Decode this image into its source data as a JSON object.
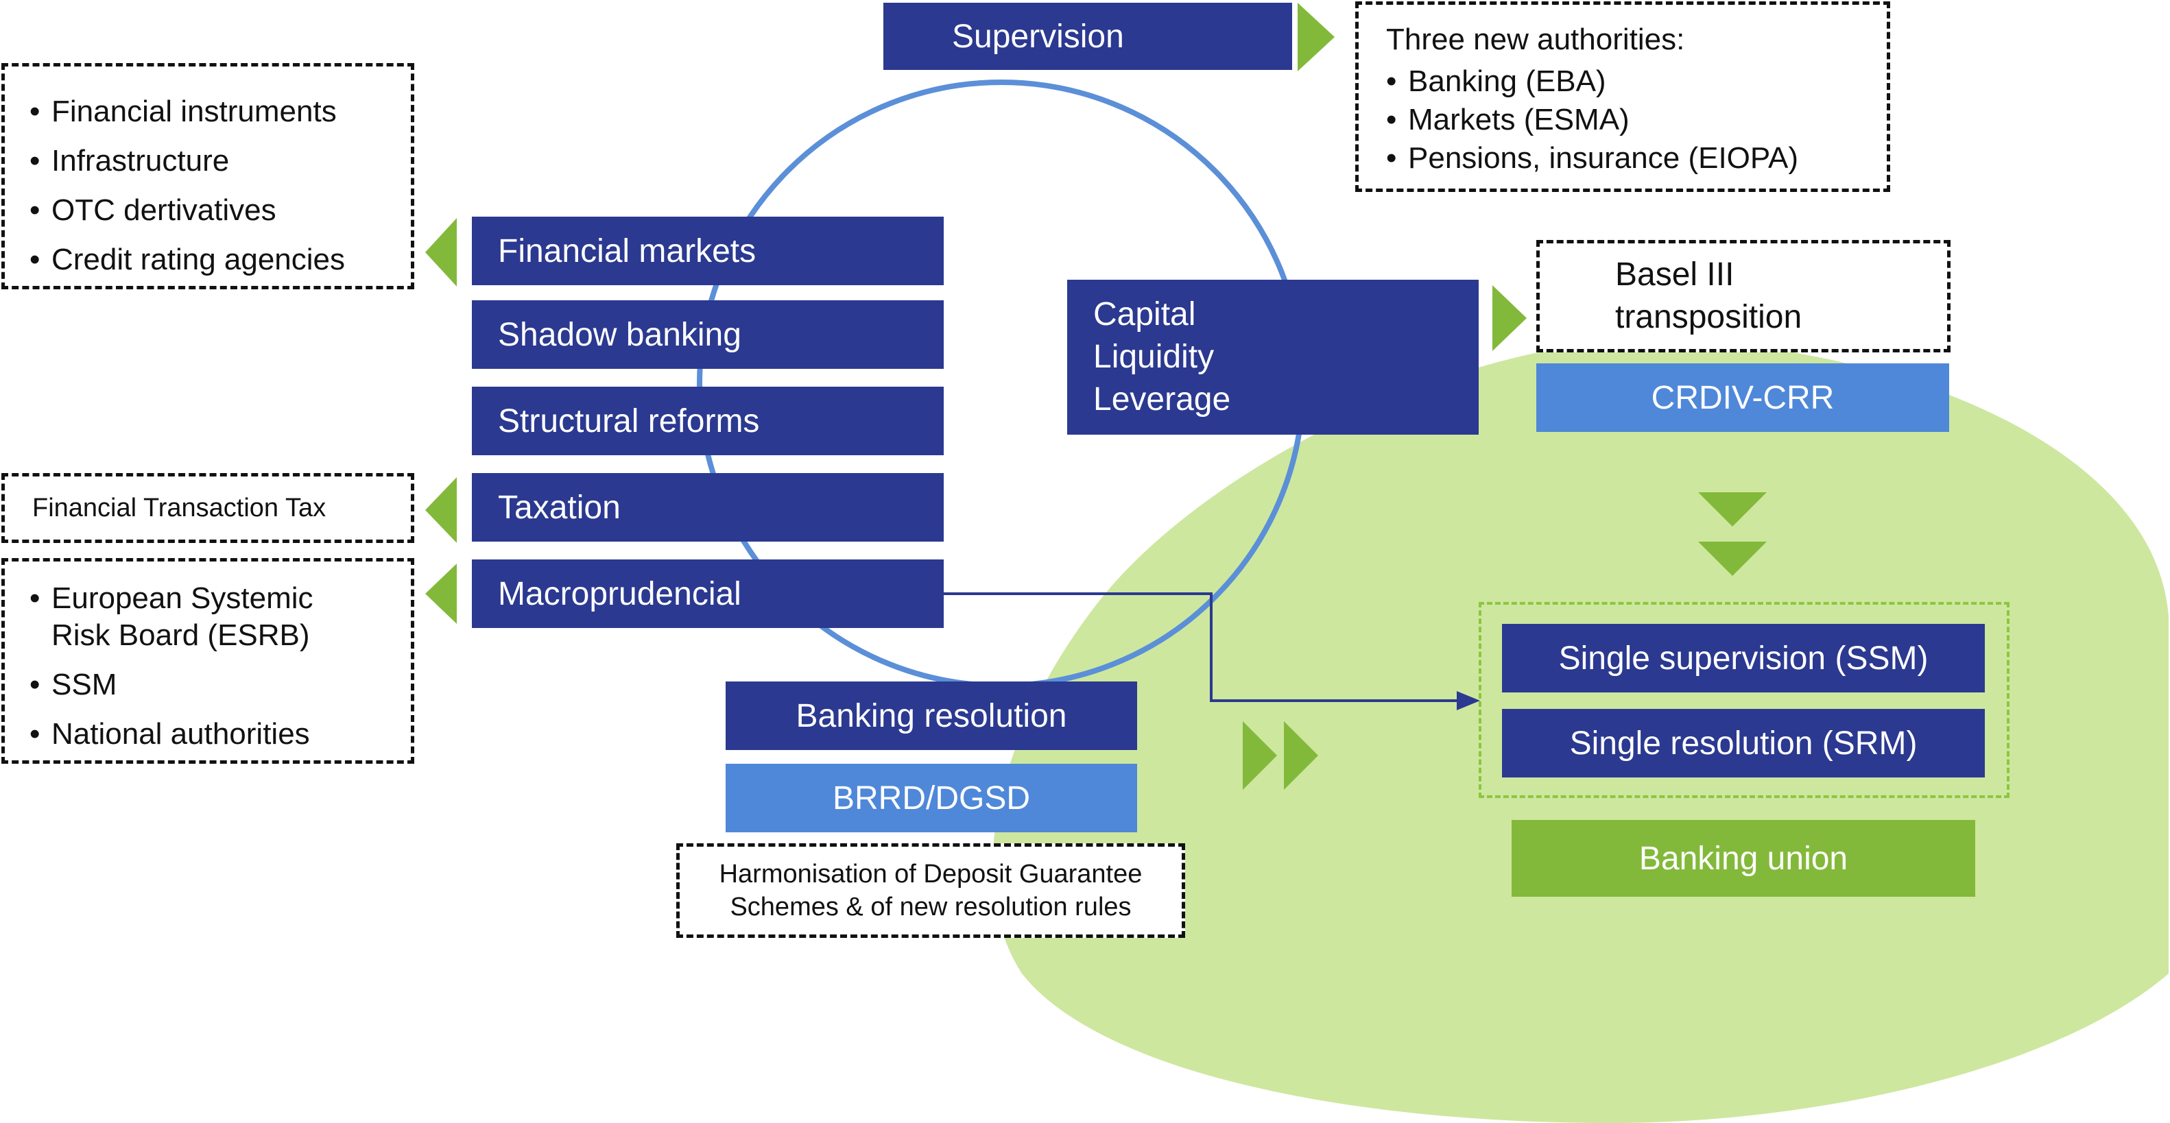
{
  "colors": {
    "navy": "#2b3990",
    "light_blue": "#4f88d9",
    "green": "#83b93a",
    "light_green": "#cde79f",
    "circle": "#5b8fd8"
  },
  "supervision": {
    "label": "Supervision",
    "authorities": {
      "heading": "Three new authorities:",
      "items": [
        "Banking (EBA)",
        "Markets (ESMA)",
        "Pensions, insurance (EIOPA)"
      ]
    }
  },
  "financial_markets": {
    "label": "Financial markets",
    "items": [
      "Financial instruments",
      "Infrastructure",
      "OTC dertivatives",
      "Credit rating agencies"
    ]
  },
  "shadow_banking": {
    "label": "Shadow banking"
  },
  "structural_reforms": {
    "label": "Structural reforms"
  },
  "taxation": {
    "label": "Taxation",
    "note": "Financial Transaction Tax"
  },
  "macroprudencial": {
    "label": "Macroprudencial",
    "items": [
      "European Systemic Risk Board (ESRB)",
      "SSM",
      "National authorities"
    ]
  },
  "capital": {
    "lines": [
      "Capital",
      "Liquidity",
      "Leverage"
    ],
    "basel": [
      "Basel III",
      "transposition"
    ],
    "crd": "CRDIV-CRR"
  },
  "banking_resolution": {
    "label": "Banking resolution",
    "directive": "BRRD/DGSD",
    "note_lines": [
      "Harmonisation of Deposit Guarantee",
      "Schemes & of new resolution rules"
    ]
  },
  "banking_union": {
    "ssm": "Single supervision (SSM)",
    "srm": "Single resolution (SRM)",
    "label": "Banking union"
  }
}
